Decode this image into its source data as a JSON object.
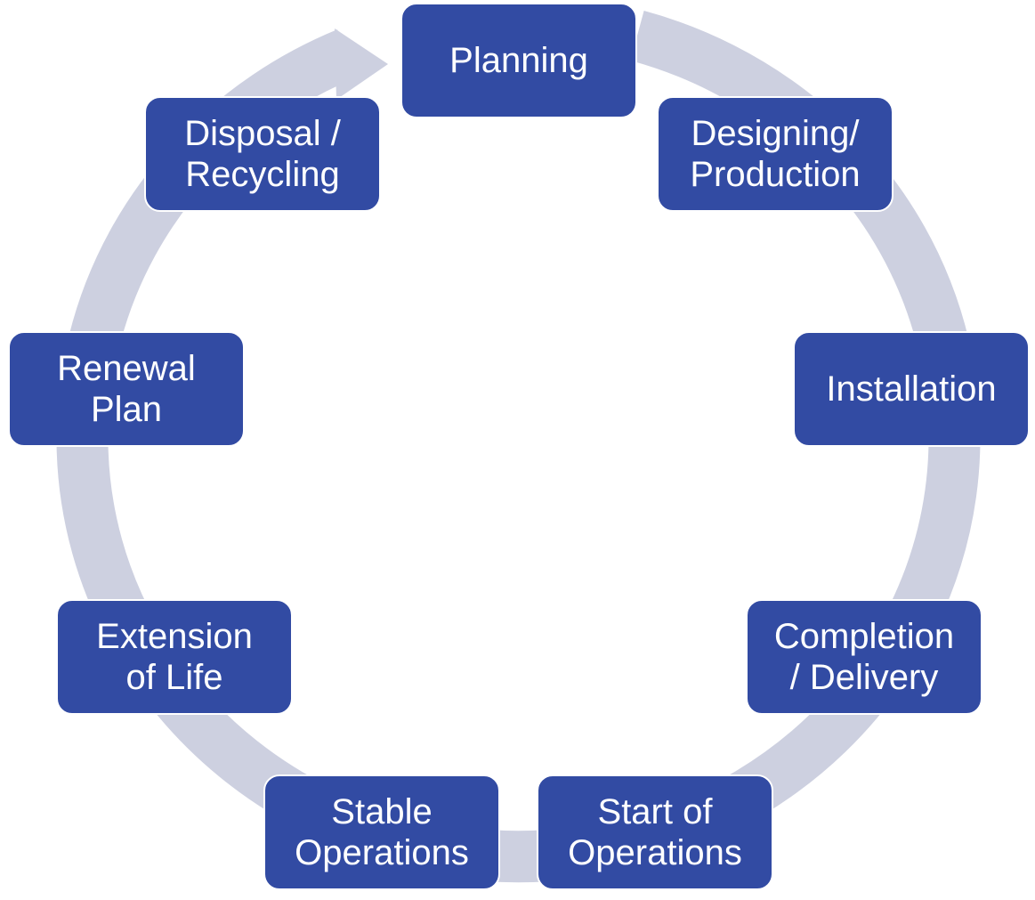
{
  "diagram": {
    "type": "cycle",
    "colors": {
      "box_fill": "#324ba3",
      "box_text": "#ffffff",
      "ring": "#cdd0e0"
    },
    "stages": [
      {
        "label": "Planning"
      },
      {
        "label": "Designing/\nProduction"
      },
      {
        "label": "Installation"
      },
      {
        "label": "Completion\n/ Delivery"
      },
      {
        "label": "Start of\nOperations"
      },
      {
        "label": "Stable\nOperations"
      },
      {
        "label": "Extension\nof Life"
      },
      {
        "label": "Renewal\nPlan"
      },
      {
        "label": "Disposal /\nRecycling"
      }
    ]
  }
}
